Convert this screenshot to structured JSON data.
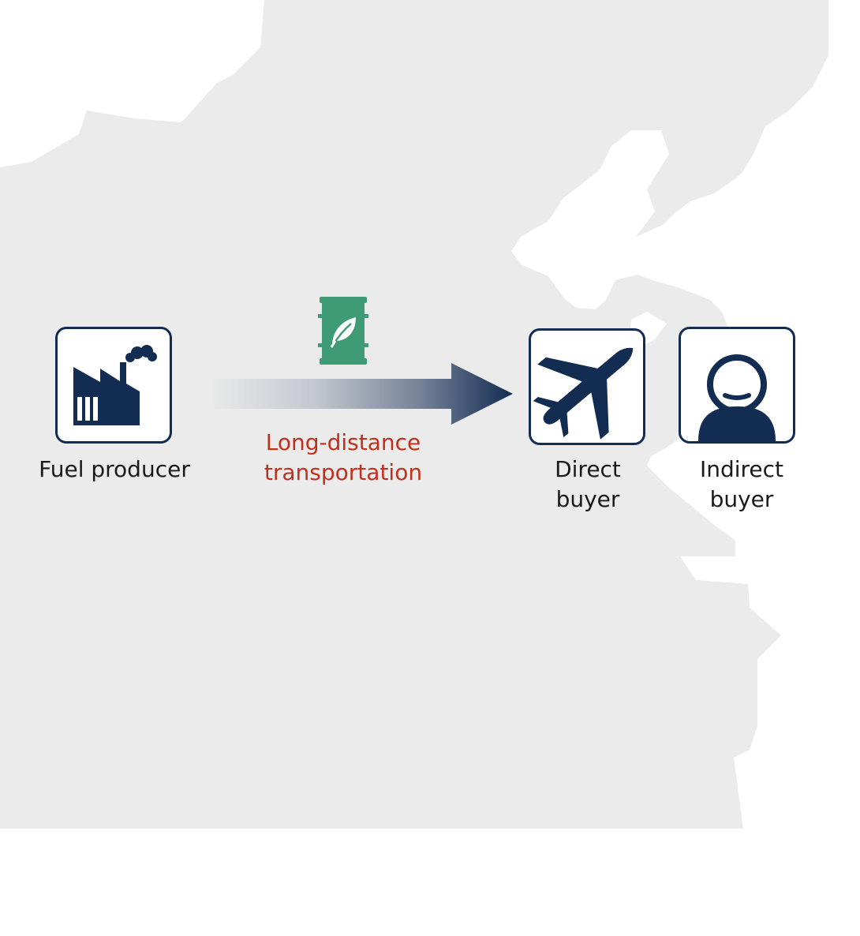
{
  "colors": {
    "navy": "#132c52",
    "green": "#3f9a76",
    "red": "#c0301a",
    "map_land": "#ebebeb",
    "text": "#1a1a1a"
  },
  "icons": {
    "producer": "factory-icon",
    "fuel": "fuel-barrel-leaf-icon",
    "direct_buyer": "airplane-icon",
    "indirect_buyer": "person-icon"
  },
  "nodes": {
    "producer": {
      "line1": "Fuel producer"
    },
    "transport": {
      "line1": "Long-distance",
      "line2": "transportation"
    },
    "direct_buyer": {
      "line1": "Direct",
      "line2": "buyer"
    },
    "indirect_buyer": {
      "line1": "Indirect",
      "line2": "buyer"
    }
  }
}
